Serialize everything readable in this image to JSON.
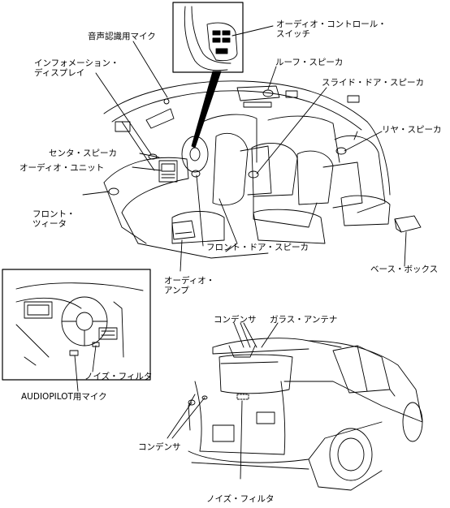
{
  "labels": {
    "audio_control_switch": "オーディオ・コントロール・\nスイッチ",
    "voice_mic": "音声認識用マイク",
    "info_display": "インフォメーション・\nディスプレイ",
    "roof_speaker": "ルーフ・スピーカ",
    "slide_door_speaker": "スライド・ドア・スピーカ",
    "rear_speaker": "リヤ・スピーカ",
    "center_speaker": "センタ・スピーカ",
    "audio_unit": "オーディオ・ユニット",
    "front_tweeter": "フロント・\nツィータ",
    "front_door_speaker": "フロント・ドア・スピーカ",
    "audio_amp": "オーディオ・\nアンプ",
    "bass_box": "ベース・ボックス",
    "noise_filter_inset": "ノイズ・フィルタ",
    "audiopilot_mic": "AUDIOPILOT用マイク",
    "condenser_top": "コンデンサ",
    "glass_antenna": "ガラス・アンテナ",
    "condenser_left": "コンデンサ",
    "noise_filter_rear": "ノイズ・フィルタ"
  },
  "colors": {
    "ink": "#000000",
    "paper": "#ffffff",
    "shade": "#d9d9d9"
  }
}
